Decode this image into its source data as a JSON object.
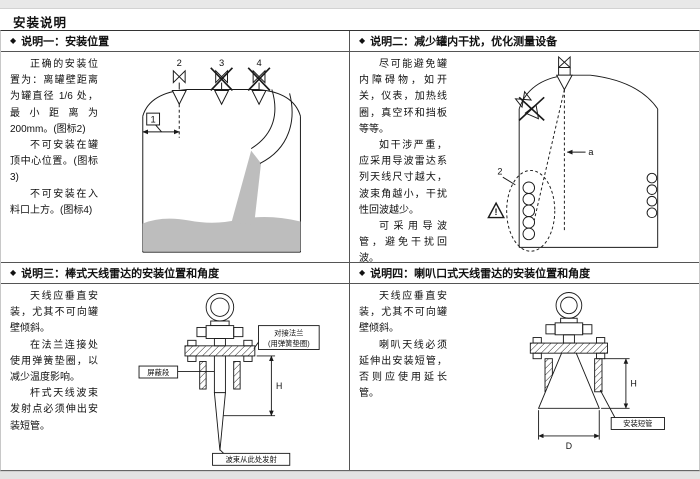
{
  "page": {
    "title": "安装说明"
  },
  "panels": [
    {
      "bullet": "◆",
      "title": "说明一：安装位置",
      "paragraphs": [
        "正确的安装位置为：离罐壁距离为罐直径 1/6 处，最小距离为200mm。(图标2)",
        "不可安装在罐顶中心位置。(图标3)",
        "不可安装在入料口上方。(图标4)"
      ],
      "diagram": {
        "label_2": "2",
        "label_3": "3",
        "label_4": "4",
        "dim_1": "1"
      }
    },
    {
      "bullet": "◆",
      "title": "说明二：减少罐内干扰，优化测量设备",
      "paragraphs": [
        "尽可能避免罐内障碍物，如开关，仪表，加热线圈，真空环和挡板等等。",
        "如干涉严重，应采用导波雷达系列天线尺寸越大，波束角越小，干扰性回波越少。",
        "可采用导波管，避免干扰回波。"
      ],
      "diagram": {
        "angle_a": "a",
        "label_2": "2",
        "warning": "!"
      }
    },
    {
      "bullet": "◆",
      "title": "说明三：棒式天线雷达的安装位置和角度",
      "paragraphs": [
        "天线应垂直安装，尤其不可向罐壁倾斜。",
        "在法兰连接处使用弹簧垫圈，以减少温度影响。",
        "杆式天线波束发射点必须伸出安装短管。"
      ],
      "diagram": {
        "flange_label_line1": "对接法兰",
        "flange_label_line2": "(用弹簧垫圈)",
        "shield_label": "屏蔽段",
        "beam_label": "波束从此处发射",
        "dim_h": "H"
      }
    },
    {
      "bullet": "◆",
      "title": "说明四：喇叭口式天线雷达的安装位置和角度",
      "paragraphs": [
        "天线应垂直安装，尤其不可向罐壁倾斜。",
        "喇叭天线必须延伸出安装短管，否则应使用延长管。"
      ],
      "diagram": {
        "nozzle_label": "安装短管",
        "dim_h": "H",
        "dim_d": "D"
      }
    }
  ]
}
